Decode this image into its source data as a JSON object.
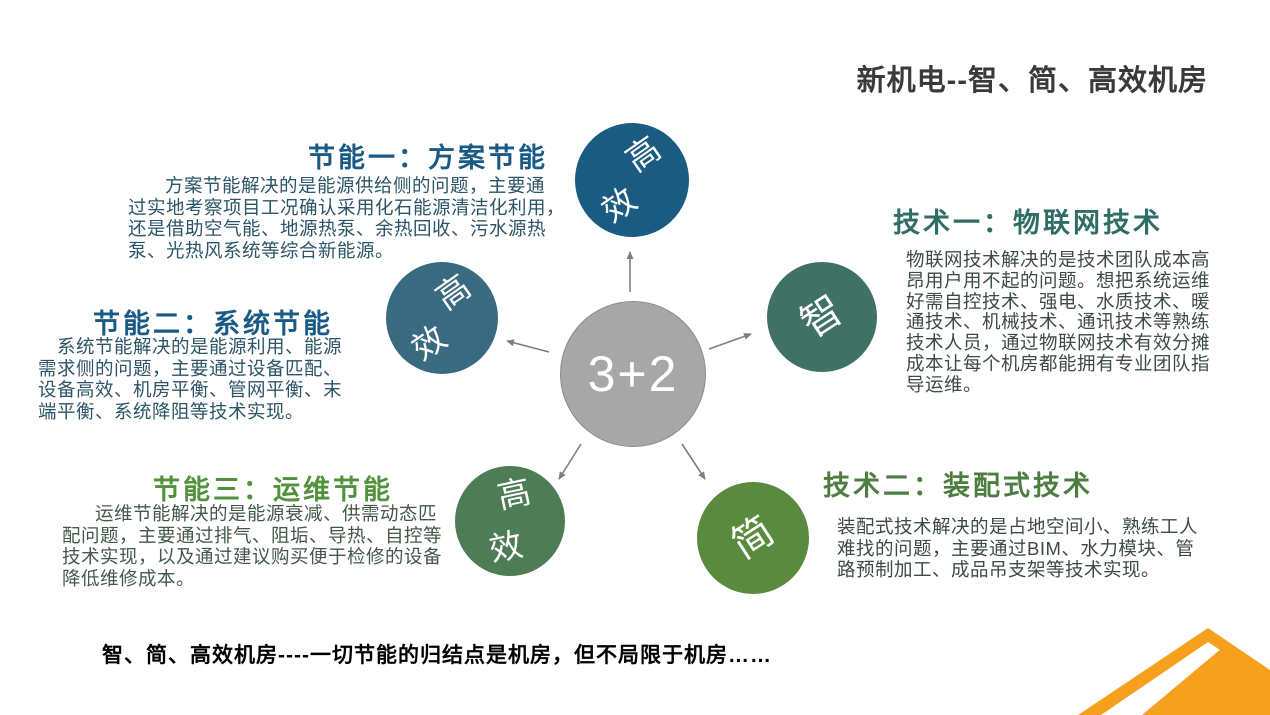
{
  "slide": {
    "title": "新机电--智、简、高效机房",
    "footer": "智、简、高效机房----一切节能的归结点是机房，但不局限于机房……"
  },
  "diagram": {
    "center": {
      "label": "3+2",
      "color": "#a7a7a7",
      "text_color": "#ffffff"
    },
    "nodes": [
      {
        "id": "top",
        "label": "高效",
        "color": "#1b5a81"
      },
      {
        "id": "left",
        "label": "高效",
        "color": "#3a6a80"
      },
      {
        "id": "right",
        "label": "智",
        "color": "#3f7165"
      },
      {
        "id": "bottom-left",
        "label": "高效",
        "color": "#4e7d55"
      },
      {
        "id": "bottom-right",
        "label": "简",
        "color": "#5a8a3e"
      }
    ],
    "arrow_color": "#7f7f7f",
    "arrow_directions": [
      "up",
      "upper-left",
      "upper-right",
      "lower-left",
      "lower-right"
    ]
  },
  "blocks": [
    {
      "heading": "节能一：方案节能",
      "heading_color": "#1a5b86",
      "body": "方案节能解决的是能源供给侧的问题，主要通\n过实地考察项目工况确认采用化石能源清洁化利用，\n还是借助空气能、地源热泵、余热回收、污水源热\n泵、光热风系统等综合新能源。",
      "body_color": "#2c5568"
    },
    {
      "heading": "节能二：系统节能",
      "heading_color": "#1a5b86",
      "body": "系统节能解决的是能源利用、能源\n需求侧的问题，主要通过设备匹配、\n设备高效、机房平衡、管网平衡、末\n端平衡、系统降阻等技术实现。",
      "body_color": "#2c5568"
    },
    {
      "heading": "节能三：运维节能",
      "heading_color": "#53923d",
      "body": "运维节能解决的是能源衰减、供需动态匹\n配问题，主要通过排气、阻垢、导热、自控等\n技术实现，以及通过建议购买便于检修的设备\n降低维修成本。",
      "body_color": "#44584a"
    },
    {
      "heading": "技术一：物联网技术",
      "heading_color": "#2f6e64",
      "body": "物联网技术解决的是技术团队成本高\n昂用户用不起的问题。想把系统运维\n好需自控技术、强电、水质技术、暖\n通技术、机械技术、通讯技术等熟练\n技术人员，通过物联网技术有效分摊\n成本让每个机房都能拥有专业团队指\n导运维。",
      "body_color": "#3e4b45"
    },
    {
      "heading": "技术二：装配式技术",
      "heading_color": "#4e7d42",
      "body": "装配式技术解决的是占地空间小、熟练工人\n难找的问题，主要通过BIM、水力模块、管\n路预制加工、成品吊支架等技术实现。",
      "body_color": "#3e4b45"
    }
  ],
  "accent": {
    "corner_orange": "#f6a01e"
  }
}
